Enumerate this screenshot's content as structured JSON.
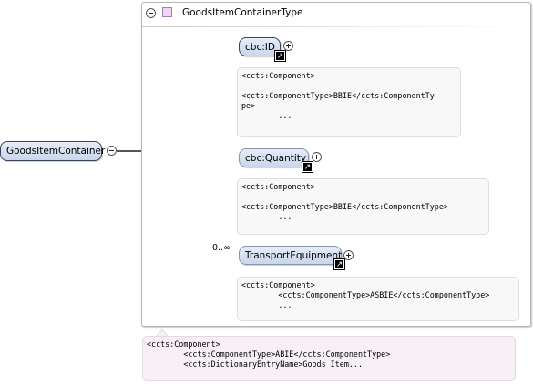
{
  "root_element": {
    "label": "GoodsItemContainer"
  },
  "type_container": {
    "title": "GoodsItemContainerType"
  },
  "children": [
    {
      "label": "cbc:ID",
      "annotation": "<ccts:Component>\n\n<ccts:ComponentType>BBIE</ccts:ComponentTy\npe>\n        ..."
    },
    {
      "label": "cbc:Quantity",
      "annotation": "<ccts:Component>\n\n<ccts:ComponentType>BBIE</ccts:ComponentType>\n        ..."
    },
    {
      "label": "TransportEquipment",
      "cardinality": "0..∞",
      "annotation": "<ccts:Component>\n        <ccts:ComponentType>ASBIE</ccts:ComponentType>\n        ..."
    }
  ],
  "root_annotation": "<ccts:Component>\n        <ccts:ComponentType>ABIE</ccts:ComponentType>\n        <ccts:DictionaryEntryName>Goods Item..."
}
